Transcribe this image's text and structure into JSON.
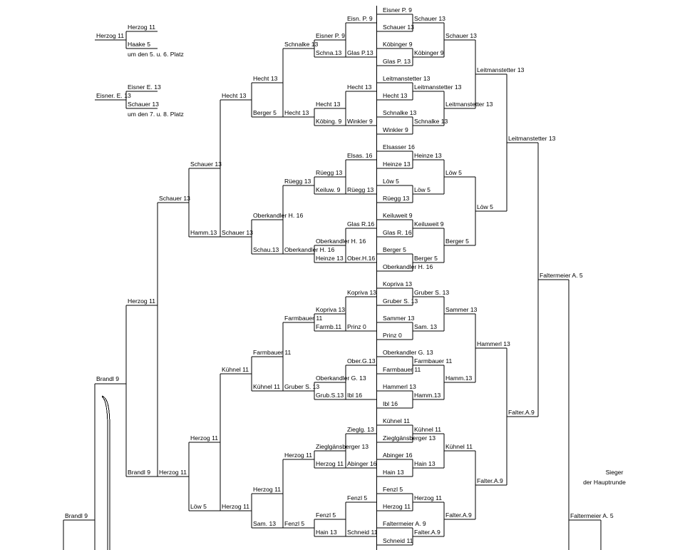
{
  "placement": {
    "p56": {
      "winner": "Herzog 11",
      "a": "Herzog 11",
      "b": "Haake 5",
      "note": "um den 5. u. 6. Platz"
    },
    "p78": {
      "winner": "Eisner. E. 13",
      "a": "Eisner E. 13",
      "b": "Schauer 13",
      "note": "um den 7. u. 8. Platz"
    }
  },
  "left": {
    "r1": [
      "Eisn. P. 9",
      "Glas P.13",
      "Hecht 13",
      "Winkler 9",
      "Elsas. 16",
      "Rüegg 13",
      "Glas R.16",
      "Ober.H.16",
      "Kopriva 13",
      "Prinz 0",
      "Ober.G.13",
      "Ibl 16",
      "Zieglg. 13",
      "Abinger 16",
      "Fenzl 5",
      "Schneid 11"
    ],
    "r2": [
      "Eisner P. 9",
      "Schna.13",
      "Hecht 13",
      "Köbing. 9",
      "Rüegg 13",
      "Keiluw. 9",
      "Oberkandler H. 16",
      "Heinze 13",
      "Kopriva 13",
      "Farmb.11",
      "Oberkandler G. 13",
      "Grub.S.13",
      "Zieglgänsberger 13",
      "Herzog 11",
      "Fenzl 5",
      "Hain 13"
    ],
    "r3": [
      "Schnalke 13",
      "Hecht 13",
      "Rüegg 13",
      "Oberkandler H. 16",
      "Farmbauer 11",
      "Gruber S. 13",
      "Herzog 11",
      "Fenzl 5"
    ],
    "r4": [
      "Hecht 13",
      "Berger 5",
      "Oberkandler H. 16",
      "Schau.13",
      "Farmbauer 11",
      "Kühnel 11",
      "Herzog 11",
      "Sam. 13"
    ],
    "r5": [
      "Hecht 13",
      "Schauer 13",
      "Kühnel 11",
      "Herzog 11"
    ],
    "r6": [
      "Schauer 13",
      "Hamm.13",
      "Herzog 11",
      "Löw 5"
    ],
    "r7": [
      "Schauer 13",
      "Herzog 11"
    ],
    "r8": [
      "Herzog 11",
      "Brandl 9"
    ],
    "r9": [
      "Brandl 9"
    ],
    "r10": [
      "Brandl 9"
    ]
  },
  "right": {
    "r1": [
      "Eisner P. 9",
      "Schauer 13",
      "Köbinger 9",
      "Glas P. 13",
      "Leitmanstetter 13",
      "Hecht 13",
      "Schnalke 13",
      "Winkler 9",
      "Elsasser 16",
      "Heinze 13",
      "Löw 5",
      "Rüegg 13",
      "Keiluweit 9",
      "Glas R. 16",
      "Berger 5",
      "Oberkandler H. 16",
      "Kopriva 13",
      "Gruber S. 13",
      "Sammer 13",
      "Prinz 0",
      "Oberkandler G. 13",
      "Farmbauer 11",
      "Hammerl 13",
      "Ibl 16",
      "Kühnel 11",
      "Zieglgänsberger 13",
      "Abinger 16",
      "Hain 13",
      "Fenzl 5",
      "Herzog 11",
      "Faltermeier A. 9",
      "Schneid 11"
    ],
    "r2": [
      "Schauer 13",
      "Köbinger 9",
      "Leitmanstetter 13",
      "Schnalke 13",
      "Heinze 13",
      "Löw 5",
      "Keiluweit 9",
      "Berger 5",
      "Gruber S. 13",
      "Sam. 13",
      "Farmbauer 11",
      "Hamm.13",
      "Kühnel 11",
      "Hain 13",
      "Herzog 11",
      "Falter.A.9"
    ],
    "r3": [
      "Schauer 13",
      "Leitmanstetter 13",
      "Löw 5",
      "Berger 5",
      "Sammer 13",
      "Hamm.13",
      "Kühnel 11",
      "Falter.A.9"
    ],
    "r4": [
      "Leitmanstetter 13",
      "Löw 5",
      "Hammerl 13",
      "Falter.A.9"
    ],
    "r5": [
      "Leitmanstetter 13",
      "Falter.A.9"
    ],
    "r6": [
      "Faltermeier A. 5"
    ],
    "r7": [
      "Faltermeier A. 5"
    ]
  },
  "winner_caption": [
    "Sieger",
    "der Hauptrunde"
  ]
}
